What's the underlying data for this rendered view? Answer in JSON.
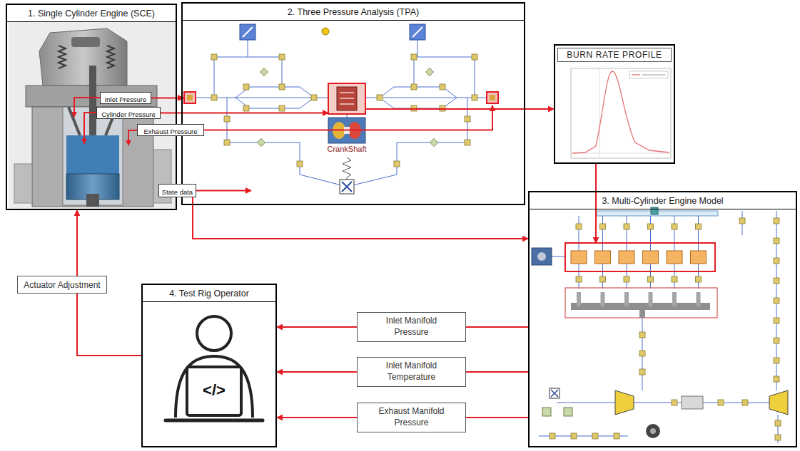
{
  "diagram": {
    "nodes": [
      {
        "text": [
          "1. Single Cylinder Engine (SCE)"
        ]
      },
      {
        "text": [
          "Inlet Pressure"
        ],
        "in": 0
      },
      {
        "text": [
          "Cylinder Pressure"
        ],
        "in": 0
      },
      {
        "text": [
          "Exhaust Pressure"
        ],
        "in": 0
      },
      {
        "text": [
          "State data"
        ]
      },
      {
        "text": [
          "2. Three Pressure Analysis (TPA)"
        ]
      },
      {
        "text": [
          "BURN RATE PROFILE"
        ]
      },
      {
        "text": [
          "3. Multi-Cylinder Engine Model"
        ]
      },
      {
        "text": [
          "4. Test Rig Operator"
        ]
      },
      {
        "text": [
          "Actuator Adjustment"
        ]
      },
      {
        "text": [
          "Inlet Manifold Pressure"
        ]
      },
      {
        "text": [
          "Inlet Manifold Temperature"
        ]
      },
      {
        "text": [
          "Exhaust Manifold Pressure"
        ]
      }
    ],
    "edges": [
      {
        "from": 1,
        "to": 5,
        "arrow": "to"
      },
      {
        "from": 2,
        "to": 5,
        "arrow": "to"
      },
      {
        "from": 3,
        "to": 5,
        "arrow": "to"
      },
      {
        "from": 5,
        "to": 6,
        "arrow": "to"
      },
      {
        "from": 4,
        "to": 5,
        "arrow": "to"
      },
      {
        "from": 4,
        "to": 7,
        "arrow": "to"
      },
      {
        "from": 6,
        "to": 7,
        "arrow": "to"
      },
      {
        "from": 7,
        "to": 10,
        "arrow": "none"
      },
      {
        "from": 10,
        "to": 8,
        "arrow": "to"
      },
      {
        "from": 7,
        "to": 11,
        "arrow": "none"
      },
      {
        "from": 11,
        "to": 8,
        "arrow": "to"
      },
      {
        "from": 7,
        "to": 12,
        "arrow": "none"
      },
      {
        "from": 12,
        "to": 8,
        "arrow": "to"
      },
      {
        "from": 8,
        "to": 9,
        "arrow": "none"
      },
      {
        "from": 9,
        "to": 0,
        "arrow": "to"
      }
    ],
    "labels": [
      "CrankShaft",
      "</>"
    ]
  }
}
